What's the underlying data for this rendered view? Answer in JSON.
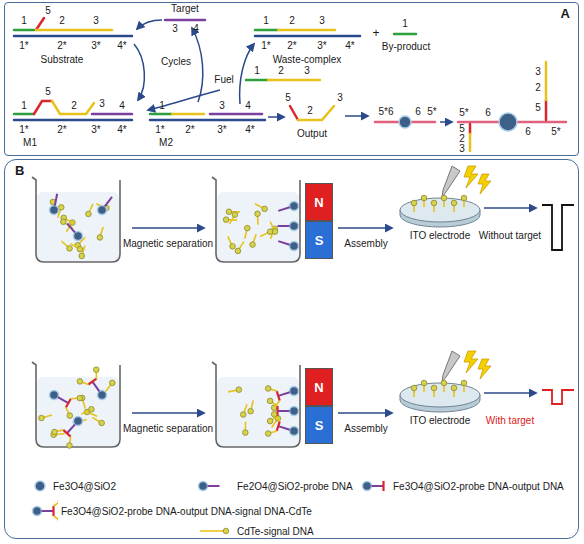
{
  "diagram": {
    "nodes": [
      {
        "text": [
          "A"
        ]
      },
      {
        "text": [
          "B"
        ]
      },
      {
        "text": [
          "N"
        ],
        "in": 1
      },
      {
        "text": [
          "S"
        ],
        "in": 1
      },
      {
        "text": [
          "N"
        ],
        "in": 1
      },
      {
        "text": [
          "S"
        ],
        "in": 1
      }
    ],
    "labels": [
      "1",
      "5",
      "2",
      "3",
      "1*",
      "2*",
      "3*",
      "4*",
      "Substrate",
      "Target",
      "3",
      "4",
      "Cycles",
      "1",
      "2",
      "3",
      "1*",
      "2*",
      "3*",
      "4*",
      "Waste-complex",
      "+",
      "1",
      "By-product",
      "Fuel",
      "1",
      "2",
      "3",
      "1",
      "5",
      "2",
      "3",
      "4",
      "1*",
      "2*",
      "3*",
      "4*",
      "M1",
      "1",
      "3",
      "4",
      "1*",
      "2*",
      "3*",
      "4*",
      "M2",
      "5",
      "2",
      "3",
      "Output",
      "5*6",
      "6",
      "5*",
      "5*",
      "6",
      "5",
      "2",
      "3",
      "3",
      "2",
      "5",
      "6",
      "5*",
      "Magnetic separation",
      "Assembly",
      "ITO electrode",
      "Without target",
      "Magnetic separation",
      "Assembly",
      "ITO electrode",
      "With target"
    ],
    "legend": [
      {
        "text": "Fe3O4@SiO2"
      },
      {
        "text": "Fe2O4@SiO2-probe DNA"
      },
      {
        "text": "Fe3O4@SiO2-probe DNA-output DNA"
      },
      {
        "text": "Fe3O4@SiO2-probe DNA-output DNA-signal DNA-CdTe"
      },
      {
        "text": "CdTe-signal DNA"
      }
    ]
  }
}
